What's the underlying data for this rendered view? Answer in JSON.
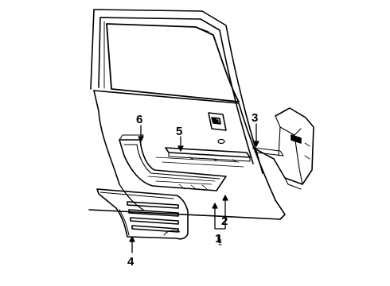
{
  "callouts": {
    "c1": "1",
    "c2": "2",
    "c3": "3",
    "c4": "4",
    "c5": "5",
    "c6": "6"
  },
  "colors": {
    "ink": "#000000",
    "background": "#ffffff"
  }
}
